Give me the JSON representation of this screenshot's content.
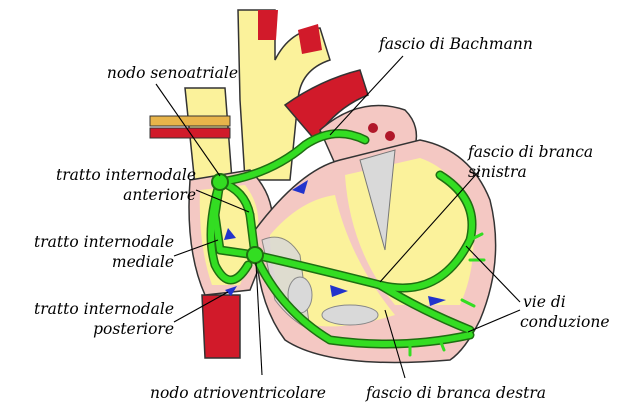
{
  "labels": {
    "sa_node": "nodo senoatriale",
    "bachmann": "fascio di Bachmann",
    "anterior_line1": "tratto internodale",
    "anterior_line2": "anteriore",
    "middle_line1": "tratto internodale",
    "middle_line2": "mediale",
    "posterior_line1": "tratto internodale",
    "posterior_line2": "posteriore",
    "left_bundle_line1": "fascio di branca",
    "left_bundle_line2": "sinistra",
    "pathways_line1": "vie di",
    "pathways_line2": "conduzione",
    "av_node": "nodo atrioventricolare",
    "right_bundle": "fascio di branca destra"
  },
  "colors": {
    "conduction": "#33dd22",
    "conduction_outline": "#1f6e12",
    "vessel_red": "#d11a2a",
    "heart_wall": "#f4c8c3",
    "chamber_yellow": "#fbf29b",
    "flow_arrow": "#2233cc",
    "valve_gray": "#d9d9d9"
  }
}
